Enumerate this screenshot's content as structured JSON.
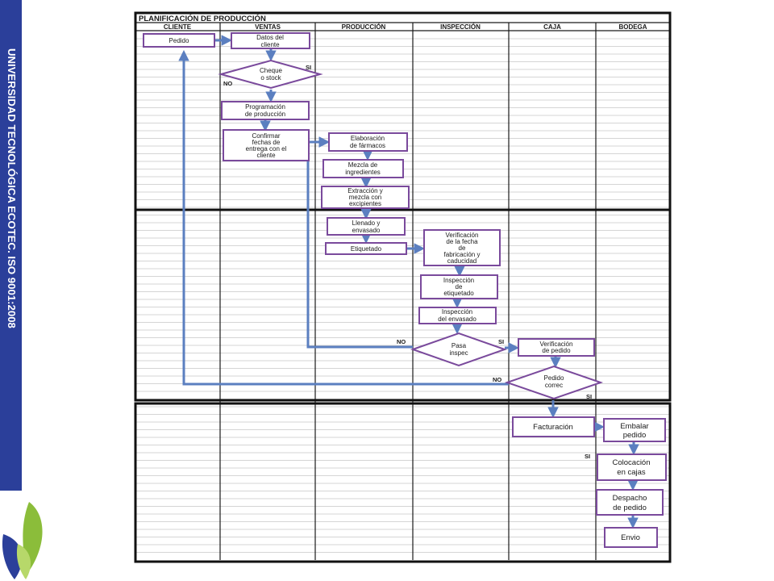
{
  "sidebar": {
    "text": "UNIVERSIDAD TECNOLÓGICA ECOTEC. ISO 9001:2008"
  },
  "colors": {
    "sidebar": "#2b3f9a",
    "node_border": "#7a4a9c",
    "arrow": "#5b7fc0",
    "logo_green": "#8bbd3a",
    "logo_blue": "#2b3f9a"
  },
  "logo": {
    "icon": "leaf-logo-icon"
  },
  "diagram": {
    "title": "PLANIFICACIÓN DE PRODUCCIÓN",
    "lanes": [
      "CLIENTE",
      "VENTAS",
      "PRODUCCIÓN",
      "INSPECCIÓN",
      "CAJA",
      "BODEGA"
    ],
    "nodes": {
      "pedido": [
        "Pedido"
      ],
      "datos_cliente": [
        "Datos del",
        "cliente"
      ],
      "cheque_stock": [
        "Cheque",
        "o stock"
      ],
      "programacion": [
        "Programación",
        "de producción"
      ],
      "confirmar": [
        "Confirmar",
        "fechas de",
        "entrega con el",
        "cliente"
      ],
      "elaboracion": [
        "Elaboración",
        "de fármacos"
      ],
      "mezcla": [
        "Mezcla de",
        "ingredientes"
      ],
      "extraccion": [
        "Extracción y",
        "mezcla con",
        "excipientes"
      ],
      "llenado": [
        "Llenado y",
        "envasado"
      ],
      "etiquetado": [
        "Etiquetado"
      ],
      "verificacion_fecha": [
        "Verificación",
        "de la fecha",
        "de",
        "fabricación y",
        "caducidad"
      ],
      "inspeccion_etiquetado": [
        "Inspección",
        "de",
        "etiquetado"
      ],
      "inspeccion_envasado": [
        "Inspección",
        "del envasado"
      ],
      "pasa_inspec": [
        "Pasa",
        "inspec"
      ],
      "verificacion_pedido": [
        "Verificación",
        "de pedido"
      ],
      "pedido_correc": [
        "Pedido",
        "correc"
      ],
      "facturacion": [
        "Facturación"
      ],
      "embalar": [
        "Embalar",
        "pedido"
      ],
      "colocacion": [
        "Colocación",
        "en cajas"
      ],
      "despacho": [
        "Despacho",
        "de pedido"
      ],
      "envio": [
        "Envio"
      ]
    },
    "labels": {
      "si": "SI",
      "no": "NO"
    }
  }
}
